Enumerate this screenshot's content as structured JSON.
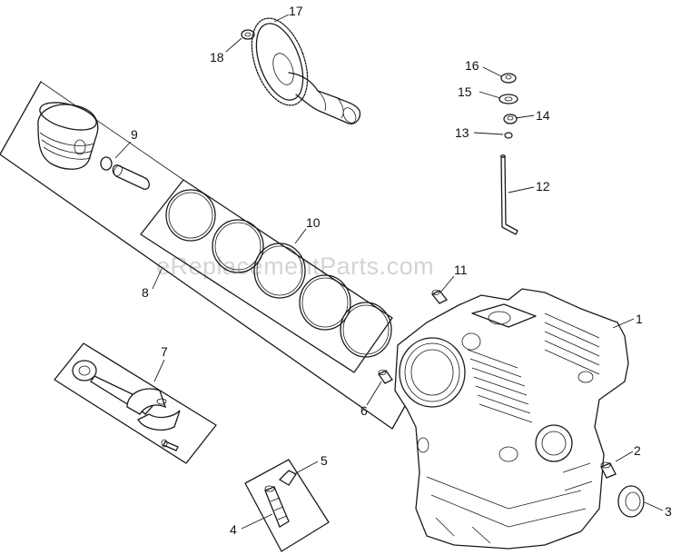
{
  "watermark": "eReplacementParts.com",
  "callouts": [
    {
      "id": "c1",
      "text": "1"
    },
    {
      "id": "c2",
      "text": "2"
    },
    {
      "id": "c3",
      "text": "3"
    },
    {
      "id": "c4",
      "text": "4"
    },
    {
      "id": "c5",
      "text": "5"
    },
    {
      "id": "c6",
      "text": "6"
    },
    {
      "id": "c7",
      "text": "7"
    },
    {
      "id": "c8",
      "text": "8"
    },
    {
      "id": "c9",
      "text": "9"
    },
    {
      "id": "c10",
      "text": "10"
    },
    {
      "id": "c11",
      "text": "11"
    },
    {
      "id": "c12",
      "text": "12"
    },
    {
      "id": "c13",
      "text": "13"
    },
    {
      "id": "c14",
      "text": "14"
    },
    {
      "id": "c15",
      "text": "15"
    },
    {
      "id": "c16",
      "text": "16"
    },
    {
      "id": "c17",
      "text": "17"
    },
    {
      "id": "c18",
      "text": "18"
    }
  ]
}
